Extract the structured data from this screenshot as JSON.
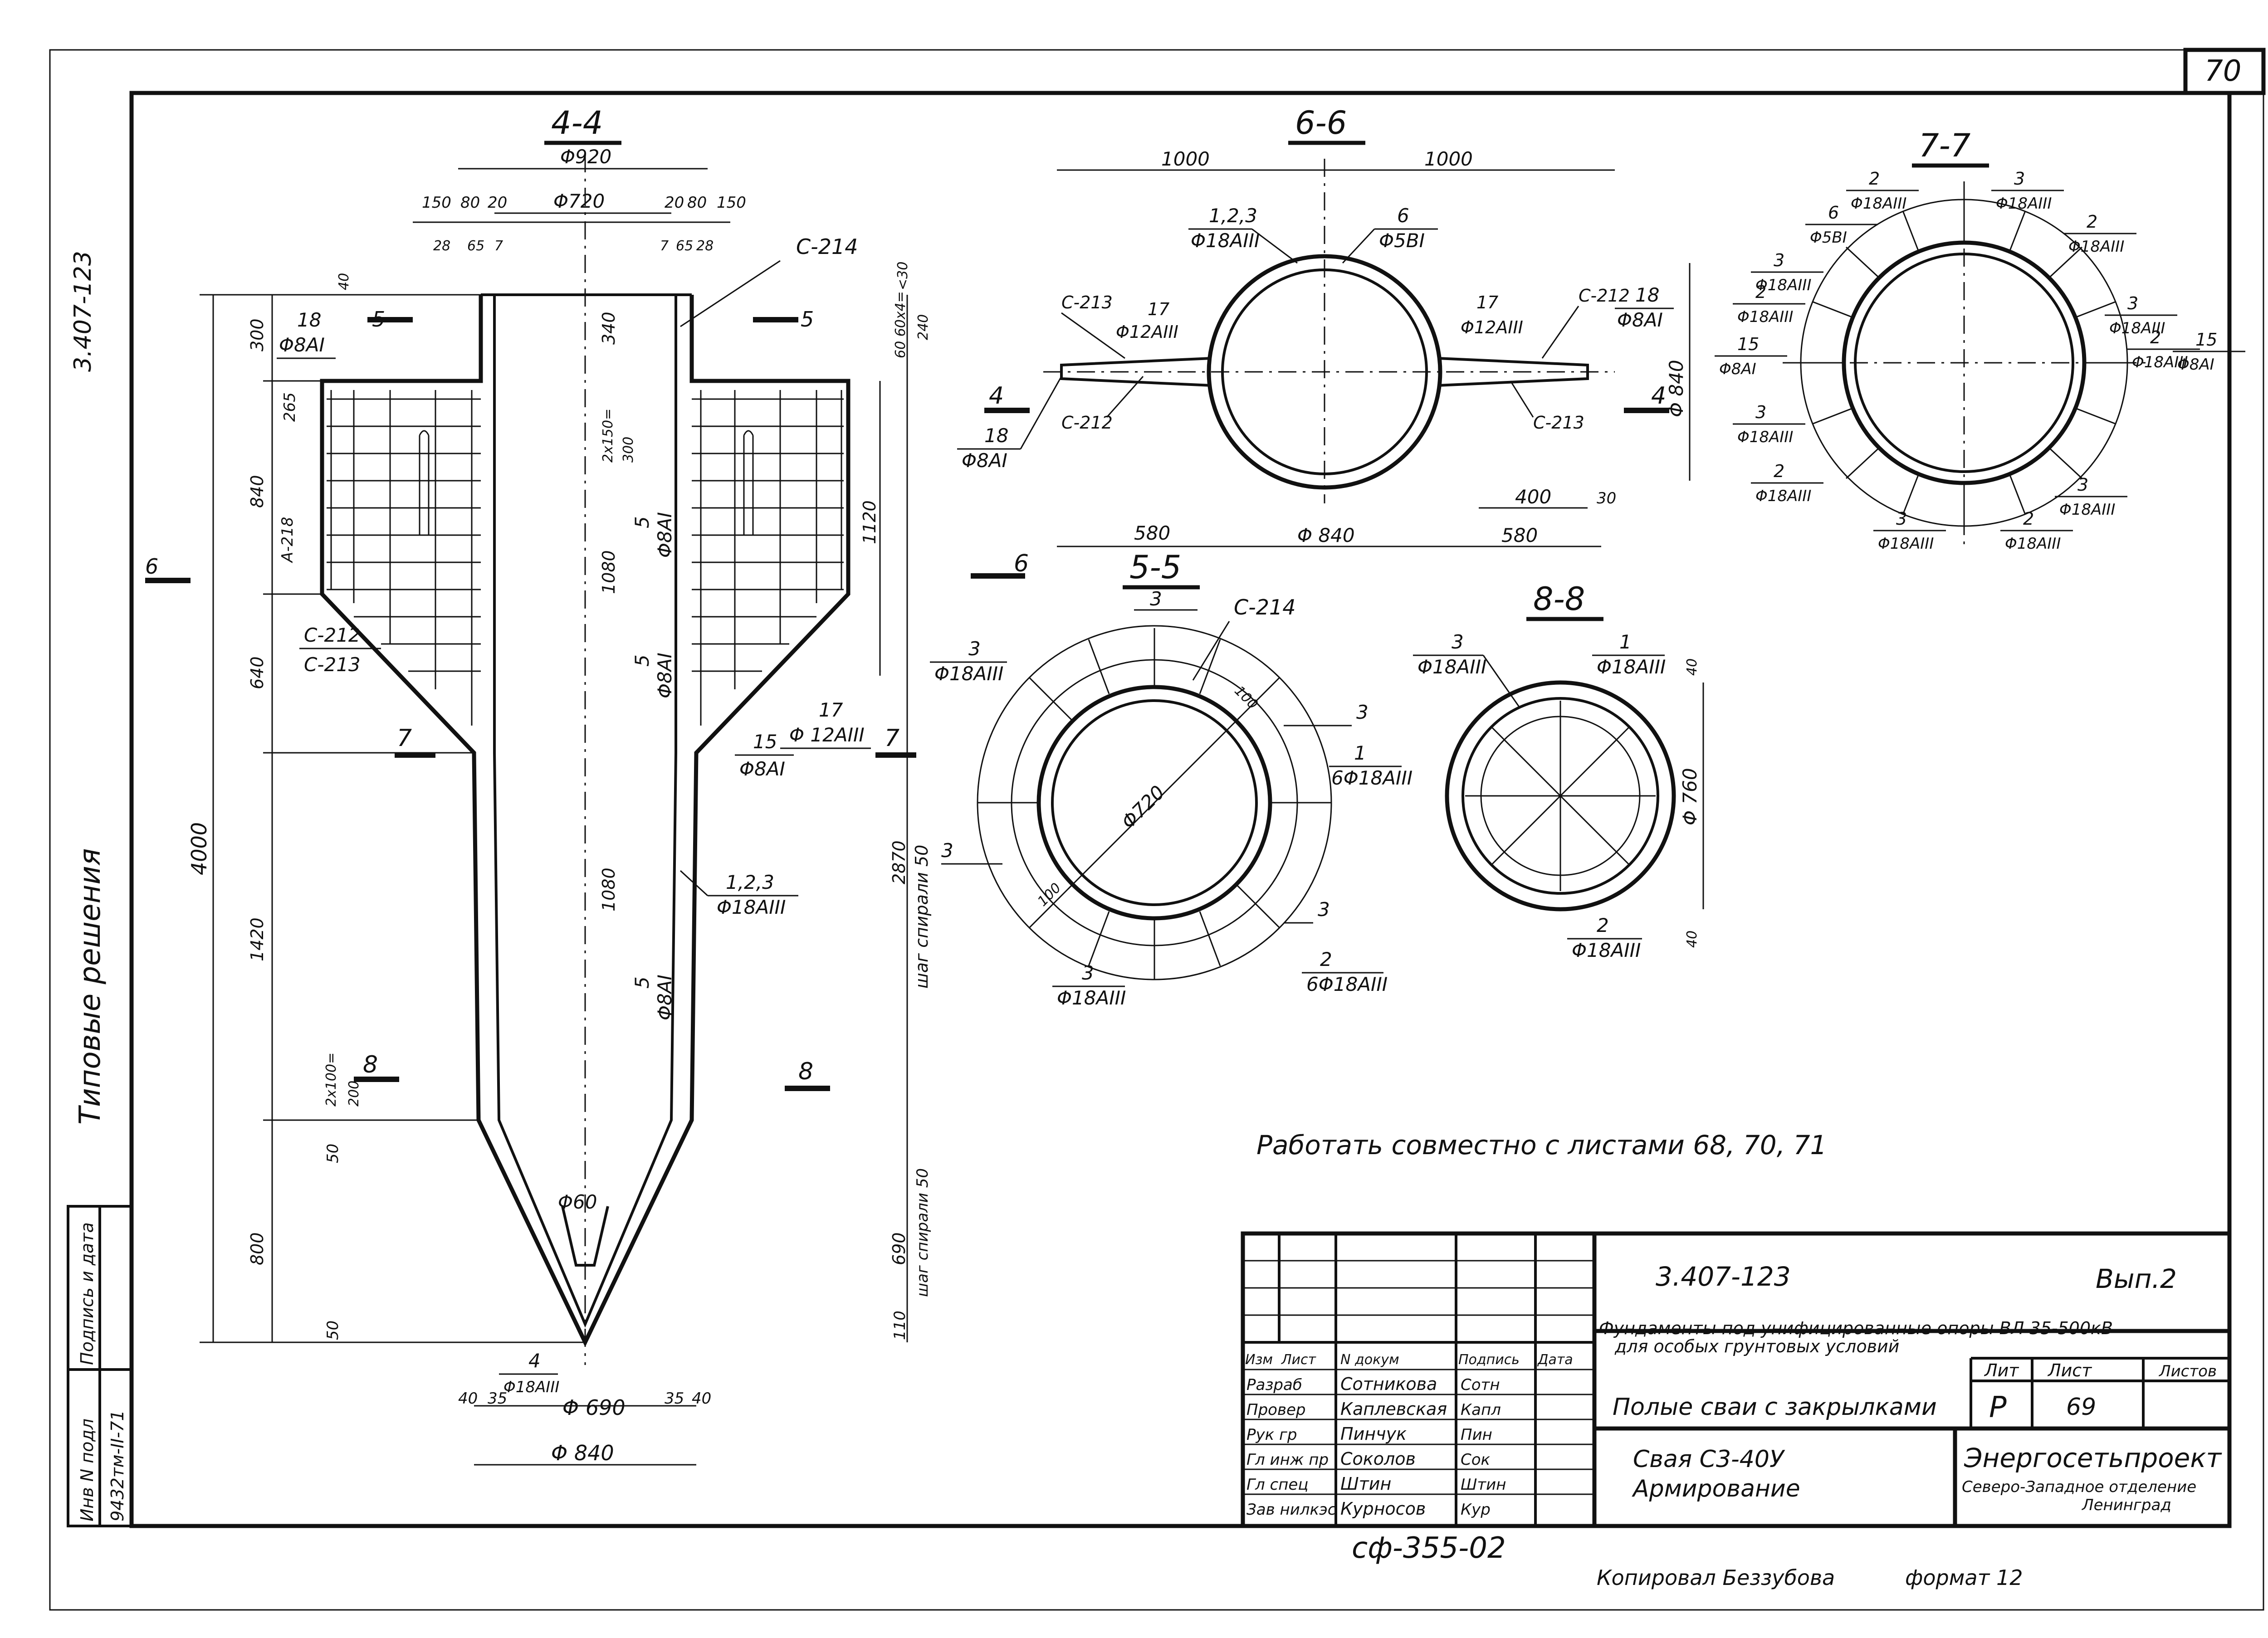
{
  "sheet_number": "70",
  "side_labels": {
    "doc_code": "3.407-123",
    "series_title": "Типовые решения",
    "inv_label": "Инв N подл",
    "inv_value": "9432тм-II-71",
    "sign_label": "Подпись и дата"
  },
  "section_4_4": {
    "title": "4-4",
    "dims": {
      "phi920": "Φ920",
      "phi720": "Φ720",
      "phi840": "Φ 840",
      "phi690": "Φ 690",
      "phi60": "Φ60",
      "d150l": "150",
      "d80l": "80",
      "d20l": "20",
      "d20r": "20",
      "d80r": "80",
      "d150r": "150",
      "d28l": "28",
      "d65l": "65",
      "d7l": "7",
      "d7r": "7",
      "d65r": "65",
      "d28r": "28",
      "d40top": "40",
      "d300": "300",
      "d265": "265",
      "d840": "840",
      "d640": "640",
      "d4000": "4000",
      "d1420": "1420",
      "d800": "800",
      "d50a": "50",
      "d50b": "50",
      "d340": "340",
      "d2x150": "2x150=",
      "d300b": "300",
      "d1080a": "1080",
      "d1080b": "1080",
      "d2x100": "2x100=",
      "d200": "200",
      "d1120": "1120",
      "d60": "60 60x4=",
      "d240": "240",
      "d30": "<30",
      "d2870": "2870",
      "d690": "690",
      "d110": "110",
      "d40l": "40",
      "d35l": "35",
      "d35r": "35",
      "d40r": "40",
      "pitch50a": "шаг спирали 50",
      "pitch50b": "шаг спирали 50"
    },
    "callouts": {
      "c214": "С-214",
      "c212": "С-212",
      "c213": "С-213",
      "c218": "А-218",
      "p18": "18",
      "p18s": "Φ8АI",
      "p5a": "5",
      "p5as": "Φ8АI",
      "p5b": "5",
      "p5bs": "Φ8АI",
      "p5c": "5",
      "p5cs": "Φ8АI",
      "p17": "17",
      "p17s": "Φ 12АIII",
      "p15": "15",
      "p15s": "Φ8АI",
      "p123": "1,2,3",
      "p123s": "Φ18АIII",
      "p4": "4",
      "p4s": "Φ18АIII",
      "cut5l": "5",
      "cut5r": "5",
      "cut6": "6",
      "cut7l": "7",
      "cut7r": "7",
      "cut8l": "8",
      "cut8r": "8"
    }
  },
  "section_6_6": {
    "title": "6-6",
    "d1000l": "1000",
    "d1000r": "1000",
    "d580l": "580",
    "d580r": "580",
    "phi840": "Φ 840",
    "phi840v": "Φ 840",
    "d400": "400",
    "d30": "30",
    "c213a": "С-213",
    "c212a": "С-212",
    "c212b": "С-212",
    "c213b": "С-213",
    "p17a": "17",
    "p17as": "Φ12АIII",
    "p17b": "17",
    "p17bs": "Φ12АIII",
    "p18a": "18",
    "p18as": "Φ8АI",
    "p18b": "18",
    "p18bs": "Φ8АI",
    "p123": "1,2,3",
    "p123s": "Φ18АIII",
    "p6": "6",
    "p6s": "Φ5ВI",
    "cut4l": "4",
    "cut4r": "4",
    "cut6": "6"
  },
  "section_7_7": {
    "title": "7-7",
    "labels": [
      {
        "n": "2",
        "s": "Φ18АIII"
      },
      {
        "n": "3",
        "s": "Φ18АIII"
      },
      {
        "n": "2",
        "s": "Φ18АIII"
      },
      {
        "n": "6",
        "s": "Φ5ВI"
      },
      {
        "n": "3",
        "s": "Φ18АIII"
      },
      {
        "n": "2",
        "s": "Φ18АIII"
      },
      {
        "n": "3",
        "s": "Φ18АIII"
      },
      {
        "n": "15",
        "s": "Φ8АI"
      },
      {
        "n": "15",
        "s": "Φ8АI"
      },
      {
        "n": "3",
        "s": "Φ18АIII"
      },
      {
        "n": "2",
        "s": "Φ18АIII"
      },
      {
        "n": "3",
        "s": "Φ18АIII"
      },
      {
        "n": "3",
        "s": "Φ18АIII"
      },
      {
        "n": "2",
        "s": "Φ18АIII"
      },
      {
        "n": "2",
        "s": "Φ18АIII"
      }
    ]
  },
  "section_5_5": {
    "title": "5-5",
    "phi720": "Φ720",
    "d100a": "100",
    "d100b": "100",
    "c214": "С-214",
    "p3top": "3",
    "p3l": "3",
    "p3ls": "Φ18АIII",
    "p3r": "3",
    "p3ll": "3",
    "p1": "1",
    "p1s": "6Φ18АIII",
    "p3br": "3",
    "p2": "2",
    "p2s": "6Φ18АIII",
    "p3b": "3",
    "p3bs": "Φ18АIII"
  },
  "section_8_8": {
    "title": "8-8",
    "p3": "3",
    "p3s": "Φ18АIII",
    "p1": "1",
    "p1s": "Φ18АIII",
    "p2": "2",
    "p2s": "Φ18АIII",
    "phi760": "Φ 760",
    "d40a": "40",
    "d40b": "40"
  },
  "note": "Работать совместно с листами  68, 70, 71",
  "title_block": {
    "code": "3.407-123",
    "issue": "Вып.2",
    "project_title_1": "Фундаменты под унифицированные опоры ВЛ 35-500кВ",
    "project_title_2": "для особых грунтовых условий",
    "headers": [
      "Изм",
      "Лист",
      "N докум",
      "Подпись",
      "Дата"
    ],
    "roles": [
      {
        "role": "Разраб",
        "name": "Сотникова",
        "sign": "Сотн"
      },
      {
        "role": "Провер",
        "name": "Каплевская",
        "sign": "Капл"
      },
      {
        "role": "Рук гр",
        "name": "Пинчук",
        "sign": "Пин"
      },
      {
        "role": "Гл инж пр",
        "name": "Соколов",
        "sign": "Сок"
      },
      {
        "role": "Гл спец",
        "name": "Штин",
        "sign": "Штин"
      },
      {
        "role": "Зав нилкэс",
        "name": "Курносов",
        "sign": "Кур"
      }
    ],
    "sheet_name": "Полые сваи с закрылками",
    "lit_label": "Лит",
    "sheet_label": "Лист",
    "sheets_label": "Листов",
    "lit_value": "Р",
    "sheet_value": "69",
    "element_1": "Свая  С3-40У",
    "element_2": "Армирование",
    "org_1": "Энергосетьпроект",
    "org_2": "Северо-Западное отделение",
    "org_3": "Ленинград",
    "stamp": "сф-355-02"
  },
  "footer": {
    "copied": "Копировал  Беззубова",
    "format": "формат 12"
  }
}
